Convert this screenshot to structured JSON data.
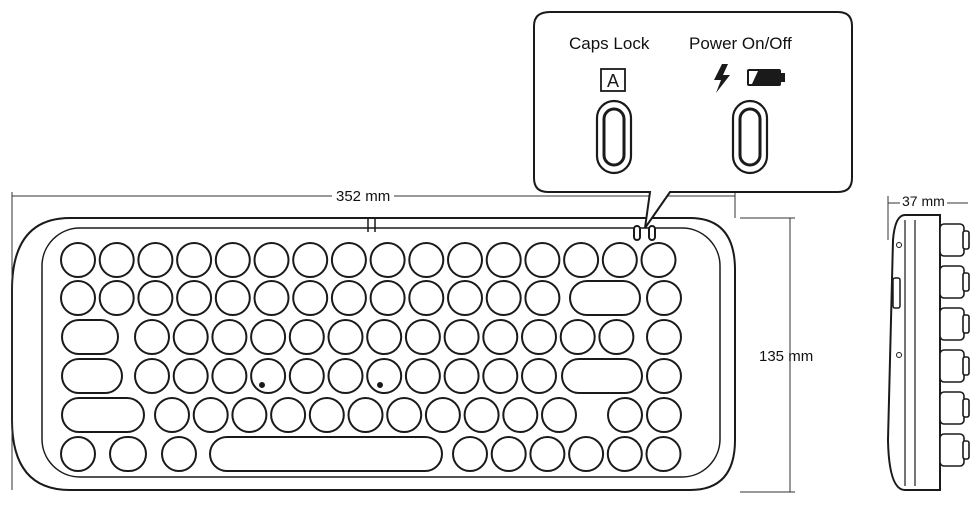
{
  "dimensions": {
    "width": "352 mm",
    "height": "135 mm",
    "depth": "37 mm"
  },
  "callout": {
    "caps_lock_label": "Caps Lock",
    "caps_lock_key_glyph": "A",
    "power_label": "Power On/Off",
    "caps_icon": "caps-lock-a-icon",
    "power_icons": [
      "lightning-bolt-icon",
      "battery-icon"
    ]
  },
  "keyboard": {
    "rows": 6,
    "key_shape": "round",
    "colors": {
      "stroke": "#1a1a1a",
      "fill": "#ffffff"
    }
  }
}
